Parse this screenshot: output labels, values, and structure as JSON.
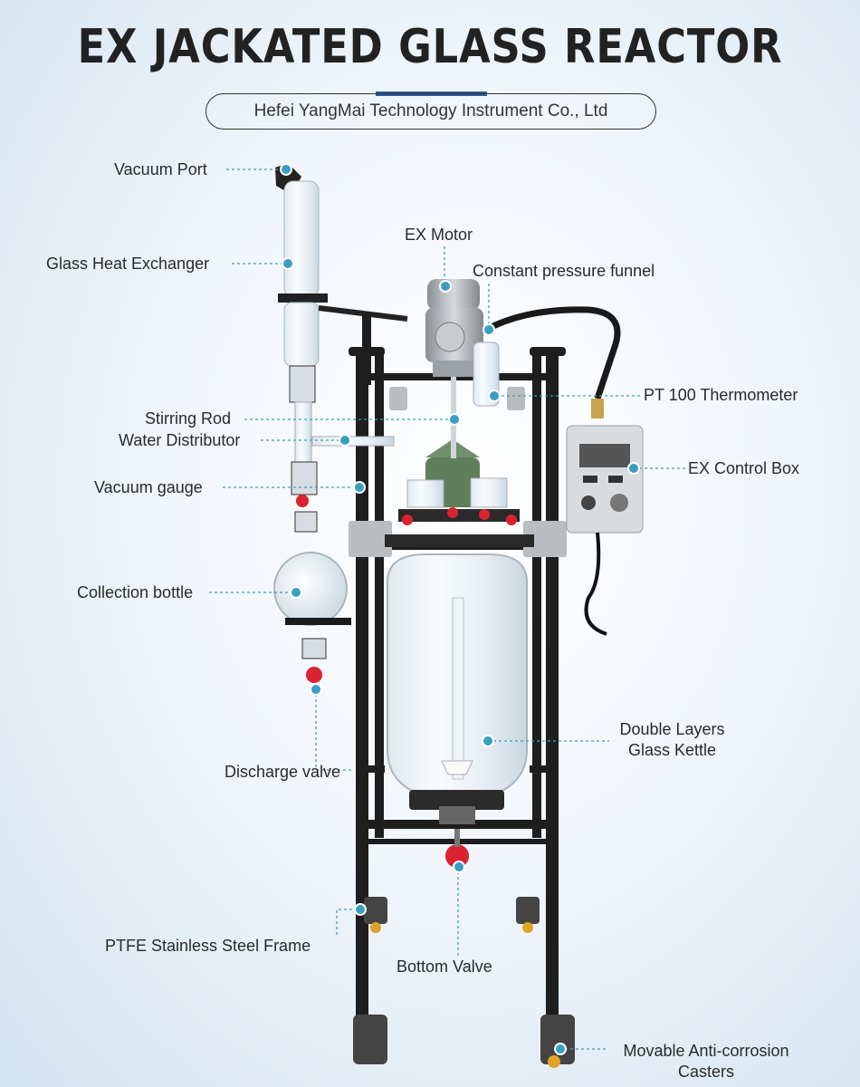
{
  "header": {
    "title": "EX JACKATED GLASS REACTOR",
    "company": "Hefei YangMai Technology Instrument  Co., Ltd"
  },
  "colors": {
    "accent": "#2e5b9c",
    "leader_line": "#3a9ec2",
    "frame": "#1e1e1e",
    "valve": "#d9232e"
  },
  "labels": {
    "vacuum_port": "Vacuum Port",
    "glass_heat_exchanger": "Glass Heat Exchanger",
    "ex_motor": "EX Motor",
    "constant_pressure_funnel": "Constant pressure funnel",
    "pt100_thermometer": "PT 100 Thermometer",
    "stirring_rod": "Stirring Rod",
    "water_distributor": "Water Distributor",
    "ex_control_box": "EX Control Box",
    "vacuum_gauge": "Vacuum gauge",
    "collection_bottle": "Collection bottle",
    "double_layers_line1": "Double Layers",
    "double_layers_line2": "Glass Kettle",
    "discharge_valve": "Discharge valve",
    "ptfe_frame": "PTFE Stainless Steel Frame",
    "bottom_valve": "Bottom Valve",
    "casters_line1": "Movable Anti-corrosion",
    "casters_line2": "Casters"
  }
}
